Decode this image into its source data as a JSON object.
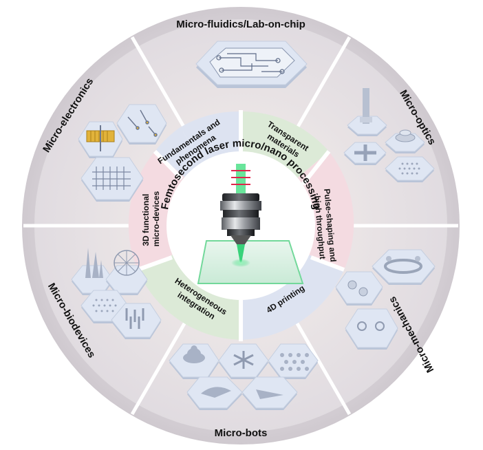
{
  "diagram": {
    "center_title": "Femtosecond laser micro/nano processing",
    "inner_ring": [
      "Fundamentals and phenomena",
      "Transparent materials",
      "Pulse-shaping and high throughput",
      "4D printing",
      "Heterogeneous integration",
      "3D functional micro-devices"
    ],
    "outer_ring": [
      "Micro-fluidics/Lab-on-chip",
      "Micro-optics",
      "Micro-mechanics",
      "Micro-bots",
      "Micro-biodevices",
      "Micro-electronics"
    ],
    "colors": {
      "outer_ring": "#d8d3d8",
      "inner_blue": "#dde3f1",
      "inner_green": "#dcead7",
      "inner_pink": "#f4dbe1",
      "laser": "#39d27a"
    }
  }
}
